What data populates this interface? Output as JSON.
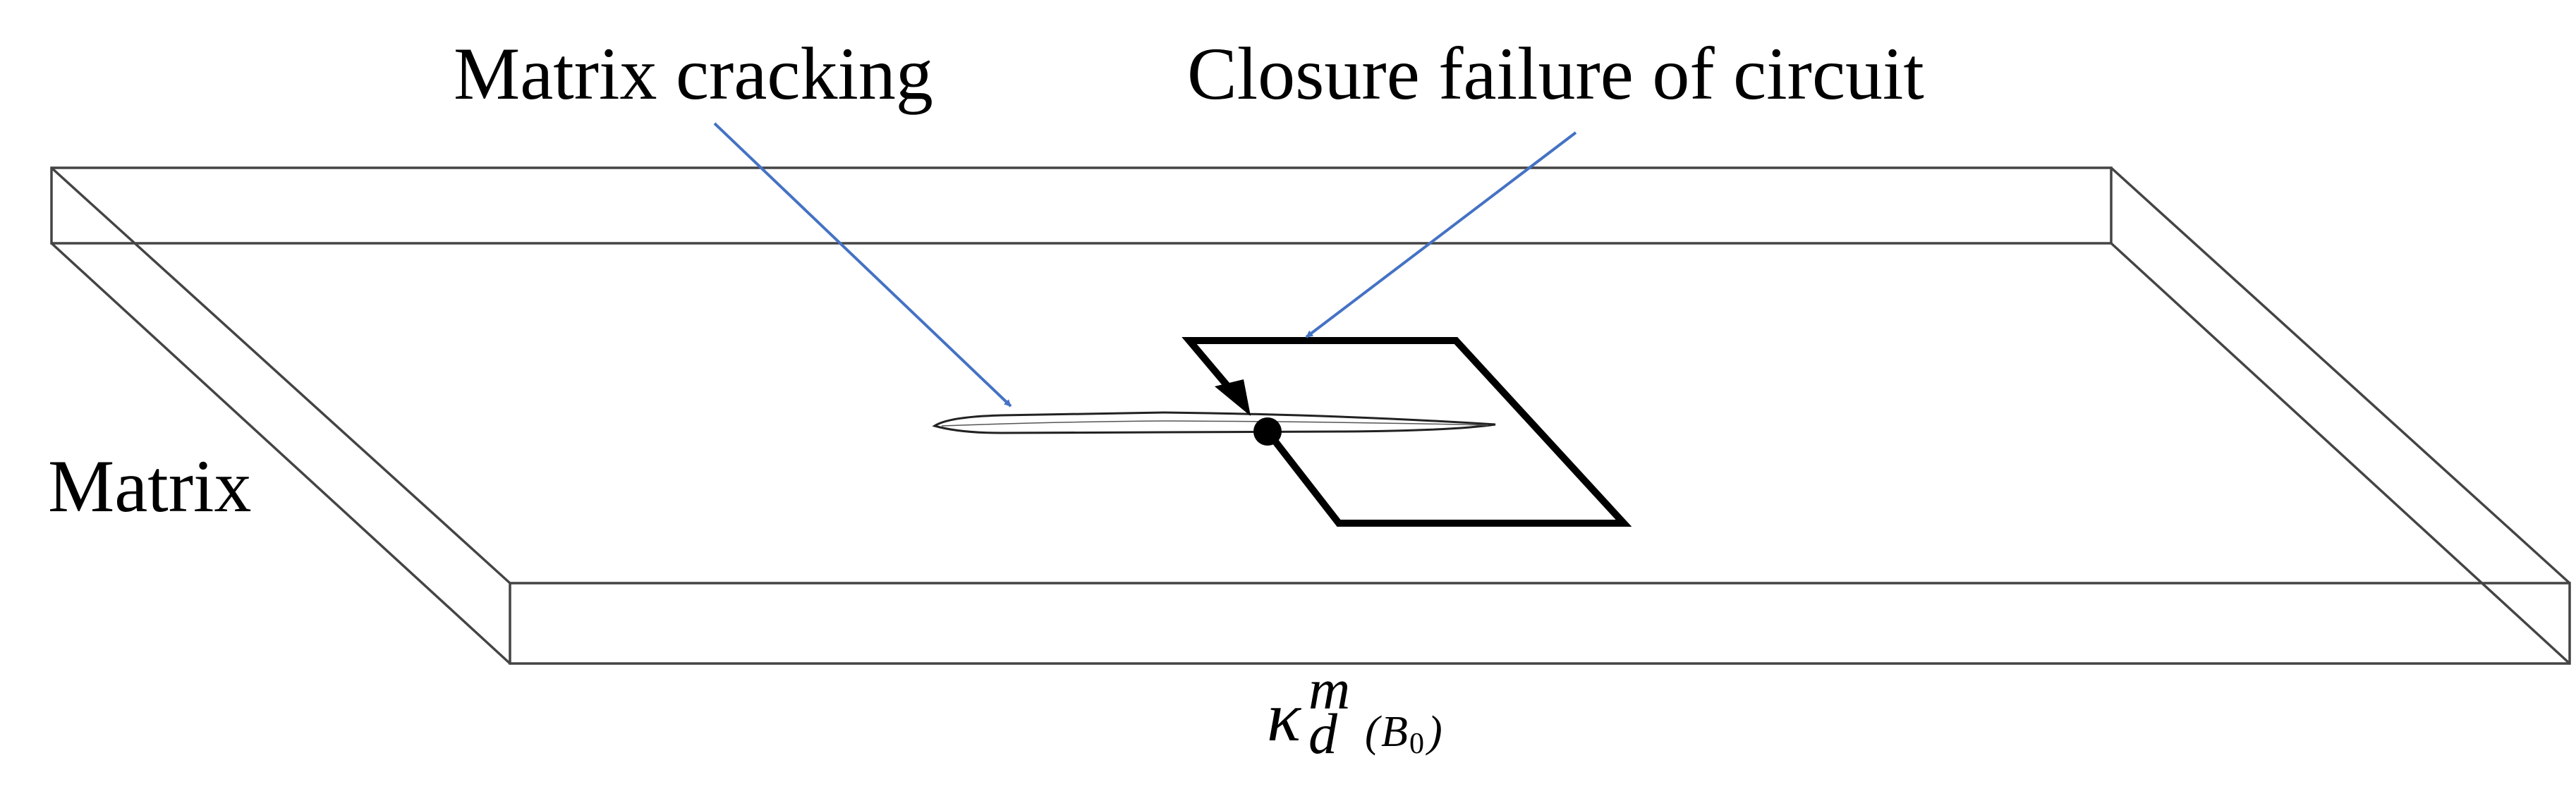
{
  "labels": {
    "matrix_cracking": "Matrix cracking",
    "closure_failure": "Closure failure of circuit",
    "matrix": "Matrix"
  },
  "formula": {
    "symbol": "κ",
    "superscript": "m",
    "subscript": "d",
    "argument_open": "(",
    "argument_body": "B",
    "argument_sub": "0",
    "argument_close": ")"
  },
  "colors": {
    "outline": "#444444",
    "circuit": "#000000",
    "arrow": "#4472C4"
  }
}
